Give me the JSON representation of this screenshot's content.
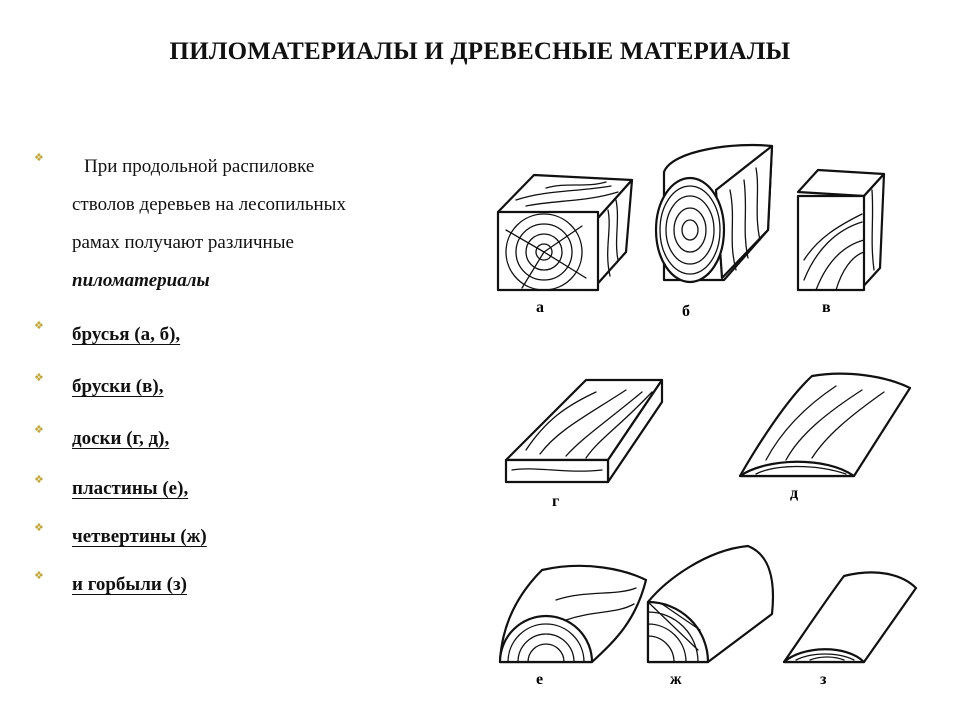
{
  "title": "ПИЛОМАТЕРИАЛЫ И ДРЕВЕСНЫЕ МАТЕРИАЛЫ",
  "intro": {
    "lines": [
      "При продольной распиловке",
      "стволов деревьев на лесопильных",
      "рамах получают различные"
    ],
    "emphasis": "пиломатериалы"
  },
  "items": [
    "брусья (а, б),",
    "бруски (в),",
    "доски (г, д),",
    "пластины (е),",
    "четвертины (ж)",
    "и горбыли (з)"
  ],
  "figure_labels": [
    "а",
    "б",
    "в",
    "г",
    "д",
    "е",
    "ж",
    "з"
  ],
  "colors": {
    "bullet": "#c0a63a",
    "ink": "#111111"
  }
}
